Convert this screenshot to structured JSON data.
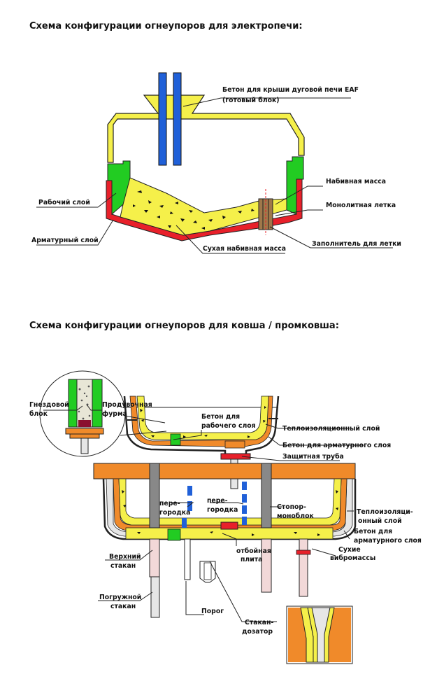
{
  "headings": {
    "eaf": "Схема конфигурации огнеупоров для электропечи:",
    "ladle": "Схема конфигурации огнеупоров для ковша / промковша:"
  },
  "eaf_labels": {
    "roof_concrete_1": "Бетон для крыши дуговой печи EAF",
    "roof_concrete_2": "(готовый блок)",
    "working_layer": "Рабочий слой",
    "ramming_mass": "Набивная масса",
    "monolithic_taphole": "Монолитная летка",
    "safety_layer": "Арматурный слой",
    "dry_ramming_mass": "Сухая набивная масса",
    "taphole_filler": "Заполнитель для летки"
  },
  "ladle_labels": {
    "well_block_1": "Гнездовой",
    "well_block_2": "блок",
    "purging_plug_1": "Продувочная",
    "purging_plug_2": "фурма",
    "working_concrete_1": "Бетон для",
    "working_concrete_2": "рабочего слоя",
    "insulation_ladle": "Теплоизоляционный слой",
    "safety_concrete_ladle": "Бетон для арматурного слоя",
    "shroud": "Защитная труба",
    "baffle_left_1": "пере-",
    "baffle_left_2": "городка",
    "baffle_right_1": "пере-",
    "baffle_right_2": "городка",
    "stopper_1": "Стопор-",
    "stopper_2": "моноблок",
    "insulation_td_1": "Теплоизоляци-",
    "insulation_td_2": "онный слой",
    "safety_concrete_td_1": "Бетон для",
    "safety_concrete_td_2": "арматурного слоя",
    "dry_vibro_1": "Сухие",
    "dry_vibro_2": "вибромассы",
    "impact_pad_1": "отбойная",
    "impact_pad_2": "плита",
    "upper_nozzle_1": "Верхний",
    "upper_nozzle_2": "стакан",
    "sen_1": "Погружной",
    "sen_2": "стакан",
    "dam": "Порог",
    "metering_nozzle_1": "Стакан-",
    "metering_nozzle_2": "дозатор"
  },
  "colors": {
    "working_yellow": "#f5f04a",
    "working_green": "#22cc22",
    "safety_red": "#e8202a",
    "electrode_blue": "#2060d8",
    "lid_orange": "#f08a2a",
    "filler_brown": "#a0784a",
    "outline": "#222222"
  }
}
